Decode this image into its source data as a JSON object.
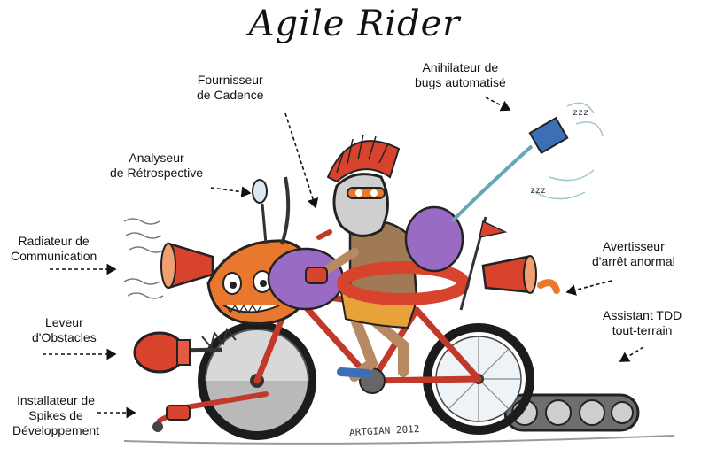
{
  "title": "Agile Rider",
  "labels": {
    "cadence": [
      "Fournisseur",
      "de Cadence"
    ],
    "bugs": [
      "Anihilateur de",
      "bugs automatisé"
    ],
    "retro": [
      "Analyseur",
      "de Rétrospective"
    ],
    "radiator": [
      "Radiateur de",
      "Communication"
    ],
    "horn": [
      "Avertisseur",
      "d'arrêt anormal"
    ],
    "obstacles": [
      "Leveur",
      "d'Obstacles"
    ],
    "tdd": [
      "Assistant TDD",
      "tout-terrain"
    ],
    "spikes": [
      "Installateur de",
      "Spikes de",
      "Développement"
    ]
  },
  "signature": "ARTGIAN 2012",
  "colors": {
    "red": "#d8432e",
    "orange": "#e8782d",
    "dark": "#1c1c1c",
    "grey": "#8d8d8d",
    "blue": "#3b6fb6",
    "purple": "#9a6bc4",
    "skin": "#b88a63",
    "teal": "#67a7b3"
  }
}
